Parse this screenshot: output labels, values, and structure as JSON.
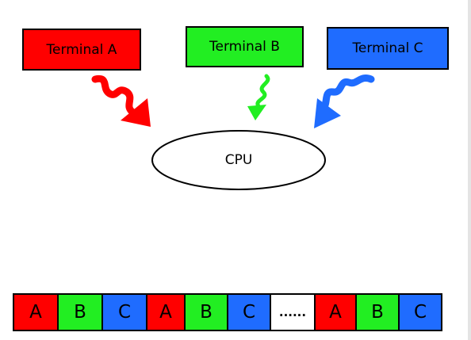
{
  "terminals": [
    {
      "label": "Terminal A",
      "color": "#ff0000"
    },
    {
      "label": "Terminal B",
      "color": "#22ee22"
    },
    {
      "label": "Terminal C",
      "color": "#1f6cff"
    }
  ],
  "cpu": {
    "label": "CPU"
  },
  "queue": [
    {
      "label": "A",
      "color": "#ff0000"
    },
    {
      "label": "B",
      "color": "#22ee22"
    },
    {
      "label": "C",
      "color": "#1f6cff"
    },
    {
      "label": "A",
      "color": "#ff0000"
    },
    {
      "label": "B",
      "color": "#22ee22"
    },
    {
      "label": "C",
      "color": "#1f6cff"
    },
    {
      "label": "......",
      "color": "#ffffff"
    },
    {
      "label": "A",
      "color": "#ff0000"
    },
    {
      "label": "B",
      "color": "#22ee22"
    },
    {
      "label": "C",
      "color": "#1f6cff"
    }
  ]
}
